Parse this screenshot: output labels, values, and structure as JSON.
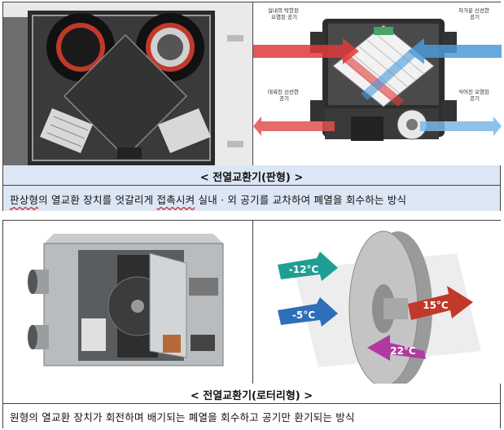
{
  "plate_section": {
    "title": "< 전열교환기(판형) >",
    "description_parts": [
      "판상형",
      "의 열교환 장치를 엇갈리게 ",
      "접촉시켜",
      " 실내 · 외 공기를 교차하여 폐열을 회수하는 방식"
    ],
    "diagram_labels": {
      "indoor_polluted": [
        "실내의 탁한된",
        "오염된 공기"
      ],
      "cooled_fresh": [
        "차가운 신선한",
        "공기"
      ],
      "warmed_fresh": [
        "데워진 신선한",
        "공기"
      ],
      "cooled_polluted": [
        "식어진 오염된",
        "공기"
      ]
    }
  },
  "rotor_section": {
    "title": "< 전열교환기(로터리형) >",
    "description": "원형의 열교환 장치가 회전하며 배기되는 폐열을 회수하고 공기만 환기되는 방식",
    "temperatures": [
      "-12°C",
      "-5°C",
      "15°C",
      "22°C"
    ]
  },
  "colors": {
    "caption_bg": "#dce6f4",
    "hot_arrow": "#e03a3a",
    "cold_arrow": "#4a9ad8",
    "teal_arrow": "#1f9e94",
    "blue_arrow": "#2d6fb8",
    "magenta_arrow": "#b03aa0"
  }
}
